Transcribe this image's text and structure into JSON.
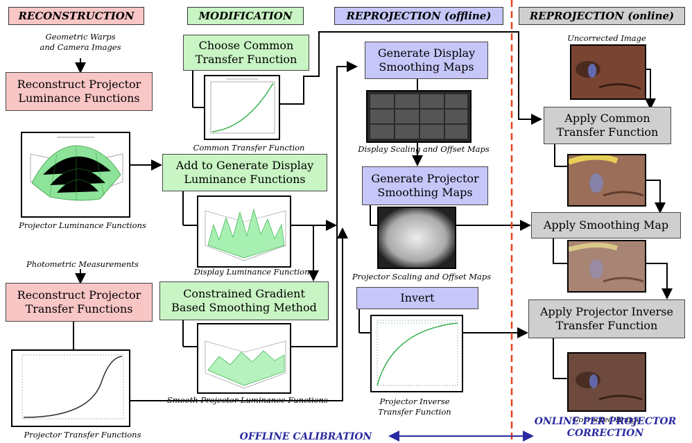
{
  "headers": {
    "reconstruction": "RECONSTRUCTION",
    "modification": "MODIFICATION",
    "reproj_offline": "REPROJECTION (offline)",
    "reproj_online": "REPROJECTION (online)"
  },
  "boxes": {
    "reconstruct_lum": "Reconstruct Projector\nLuminance Functions",
    "reconstruct_tf": "Reconstruct Projector\nTransfer Functions",
    "choose_common": "Choose Common\nTransfer Function",
    "add_display": "Add to Generate Display\nLuminance Functions",
    "constrained": "Constrained Gradient\nBased Smoothing Method",
    "gen_display_maps": "Generate Display\nSmoothing Maps",
    "gen_proj_maps": "Generate Projector\nSmoothing Maps",
    "invert": "Invert",
    "apply_common": "Apply Common\nTransfer Function",
    "apply_smoothing": "Apply Smoothing Map",
    "apply_inverse": "Apply Projector Inverse\nTransfer Function"
  },
  "captions": {
    "geo_warps": "Geometric Warps\nand Camera Images",
    "proj_lum": "Projector Luminance Functions",
    "photometric": "Photometric Measurements",
    "proj_tf": "Projector Transfer Functions",
    "common_tf": "Common Transfer Function",
    "display_lum": "Display Luminance Functions",
    "smooth_proj": "Smooth Projector Luminance Functions",
    "display_maps": "Display Scaling and Offset Maps",
    "proj_maps": "Projector Scaling and Offset Maps",
    "proj_inverse": "Projector Inverse\nTransfer Function",
    "uncorrected": "Uncorrected Image",
    "corrected": "Corrected Image"
  },
  "bottom": {
    "offline": "OFFLINE CALIBRATION",
    "online": "ONLINE PER PROJECTOR\nCORRECTION"
  },
  "colors": {
    "red_box": "#f9c6c6",
    "green_box": "#c9f5c4",
    "blue_box": "#c6c6f9",
    "grey_box": "#cfcfcf",
    "divider": "#e8401c",
    "bottom_text": "#2a2aa0"
  }
}
